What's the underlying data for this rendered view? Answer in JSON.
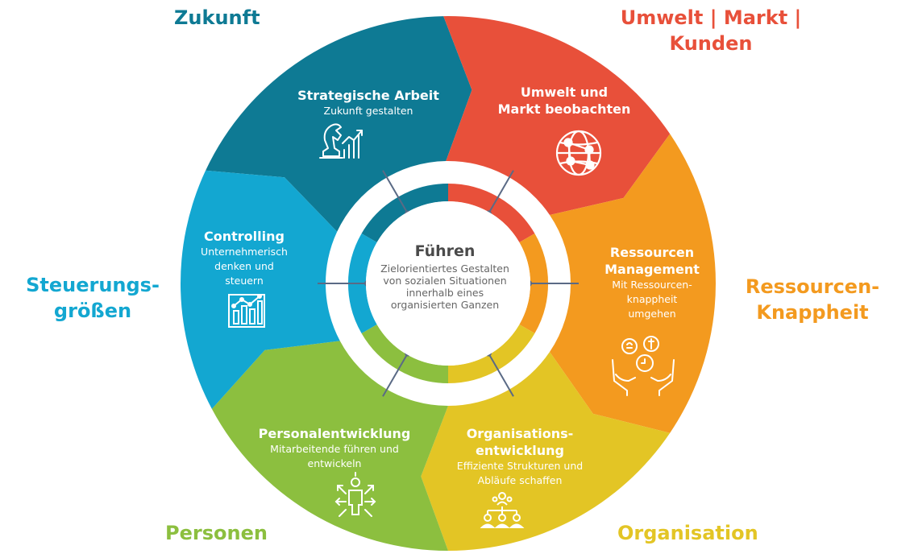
{
  "colors": {
    "teal_dark": "#0e7a94",
    "red": "#e8503a",
    "orange": "#f39a1f",
    "yellow": "#e3c525",
    "green": "#8cbf3f",
    "cyan": "#13a7d1",
    "center_text": "#555555"
  },
  "center": {
    "title": "Führen",
    "lines": [
      "Zielorientiertes Gestalten",
      "von sozialen Situationen",
      "innerhalb eines",
      "organisierten Ganzen"
    ]
  },
  "segments": [
    {
      "id": "strategie",
      "color": "#0e7a94",
      "title": [
        "Strategische Arbeit"
      ],
      "subtitle": [
        "Zukunft gestalten"
      ],
      "icon": "chess-knight-growth-icon"
    },
    {
      "id": "umwelt",
      "color": "#e8503a",
      "title": [
        "Umwelt und",
        "Markt beobachten"
      ],
      "subtitle": [],
      "icon": "globe-network-icon"
    },
    {
      "id": "ressourcen",
      "color": "#f39a1f",
      "title": [
        "Ressourcen",
        "Management"
      ],
      "subtitle": [
        "Mit Ressourcen-",
        "knappheit",
        "umgehen"
      ],
      "icon": "hands-resources-icon"
    },
    {
      "id": "organisation",
      "color": "#e3c525",
      "title": [
        "Organisations-",
        "entwicklung"
      ],
      "subtitle": [
        "Effiziente Strukturen und",
        "Abläufe schaffen"
      ],
      "icon": "org-chart-icon"
    },
    {
      "id": "personal",
      "color": "#8cbf3f",
      "title": [
        "Personalentwicklung"
      ],
      "subtitle": [
        "Mitarbeitende führen und",
        "entwickeln"
      ],
      "icon": "person-arrows-icon"
    },
    {
      "id": "controlling",
      "color": "#13a7d1",
      "title": [
        "Controlling"
      ],
      "subtitle": [
        "Unternehmerisch",
        "denken und",
        "steuern"
      ],
      "icon": "bar-chart-icon"
    }
  ],
  "outer_labels": [
    {
      "id": "zukunft",
      "color": "#0e7a94",
      "lines": [
        "Zukunft"
      ]
    },
    {
      "id": "umwelt",
      "color": "#e8503a",
      "lines": [
        "Umwelt | Markt |",
        "Kunden"
      ]
    },
    {
      "id": "ressourcen",
      "color": "#f39a1f",
      "lines": [
        "Ressourcen-",
        "Knappheit"
      ]
    },
    {
      "id": "organisation",
      "color": "#e3c525",
      "lines": [
        "Organisation"
      ]
    },
    {
      "id": "personen",
      "color": "#8cbf3f",
      "lines": [
        "Personen"
      ]
    },
    {
      "id": "steuerung",
      "color": "#13a7d1",
      "lines": [
        "Steuerungs-",
        "größen"
      ]
    }
  ]
}
